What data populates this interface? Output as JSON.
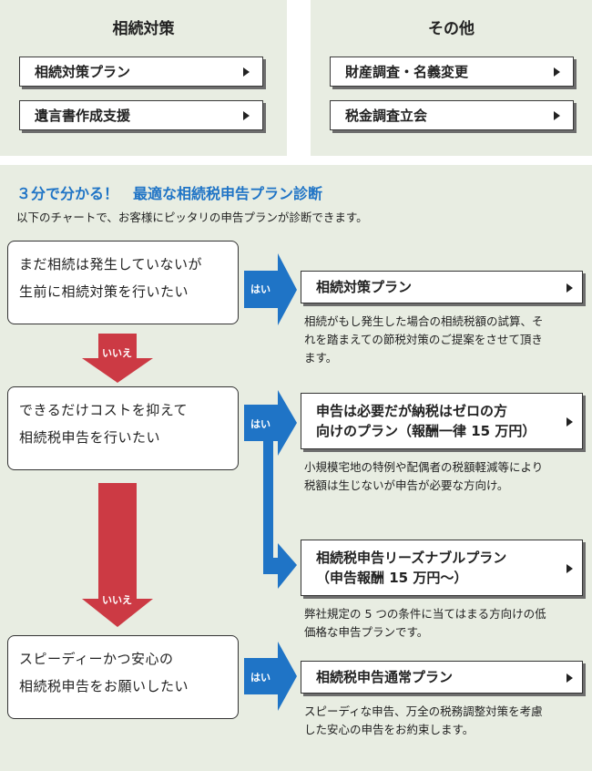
{
  "top_panels": {
    "left": {
      "title": "相続対策",
      "buttons": [
        "相続対策プラン",
        "遺言書作成支援"
      ]
    },
    "right": {
      "title": "その他",
      "buttons": [
        "財産調査・名義変更",
        "税金調査立会"
      ]
    }
  },
  "diagnosis": {
    "heading": "３分で分かる！　最適な相続税申告プラン診断",
    "subheading": "以下のチャートで、お客様にピッタリの申告プランが診断できます。",
    "yes_label": "はい",
    "no_label": "いいえ",
    "questions": [
      {
        "line1": "まだ相続は発生していないが",
        "line2": "生前に相続対策を行いたい"
      },
      {
        "line1": "できるだけコストを抑えて",
        "line2": "相続税申告を行いたい"
      },
      {
        "line1": "スピーディーかつ安心の",
        "line2": "相続税申告をお願いしたい"
      }
    ],
    "plans": [
      {
        "line1": "相続対策プラン",
        "line2": "",
        "desc1": "相続がもし発生した場合の相続税額の試算、そ",
        "desc2": "れを踏まえての節税対策のご提案をさせて頂き",
        "desc3": "ます。"
      },
      {
        "line1": "申告は必要だが納税はゼロの方",
        "line2": "向けのプラン（報酬一律 15 万円）",
        "desc1": "小規模宅地の特例や配偶者の税額軽減等により",
        "desc2": "税額は生じないが申告が必要な方向け。",
        "desc3": ""
      },
      {
        "line1": "相続税申告リーズナブルプラン",
        "line2": "（申告報酬 15 万円〜）",
        "desc1": "弊社規定の 5 つの条件に当てはまる方向けの低",
        "desc2": "価格な申告プランです。",
        "desc3": ""
      },
      {
        "line1": "相続税申告通常プラン",
        "line2": "",
        "desc1": "スピーディな申告、万全の税務調整対策を考慮",
        "desc2": "した安心の申告をお約束します。",
        "desc3": ""
      }
    ]
  },
  "colors": {
    "panel_bg": "#e8ede2",
    "heading_blue": "#1f74c6",
    "yes_arrow_blue": "#1f74c6",
    "no_arrow_red": "#cc3a44"
  },
  "icons": [
    "chevron-right-icon",
    "arrow-right-icon",
    "arrow-down-icon"
  ]
}
